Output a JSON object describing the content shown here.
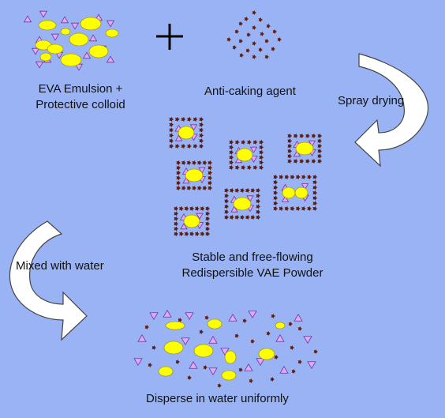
{
  "labels": {
    "emulsion_line1": "EVA Emulsion +",
    "emulsion_line2": "Protective colloid",
    "anticaking": "Anti-caking agent",
    "spray": "Spray drying",
    "powder_line1": "Stable and free-flowing",
    "powder_line2": "Redispersible VAE Powder",
    "mixed": "Mixed with water",
    "disperse": "Disperse in water uniformly"
  },
  "colors": {
    "background": "#9ab3f5",
    "ellipse": "#ffff00",
    "triangle": "#e2a8ff",
    "particle": "#5a1f12",
    "arrow_fill": "#ffffff",
    "arrow_stroke": "#444444"
  },
  "icons": [
    "plus-icon",
    "triangle-icon",
    "ellipse-icon",
    "particle-icon",
    "curved-arrow-icon"
  ]
}
